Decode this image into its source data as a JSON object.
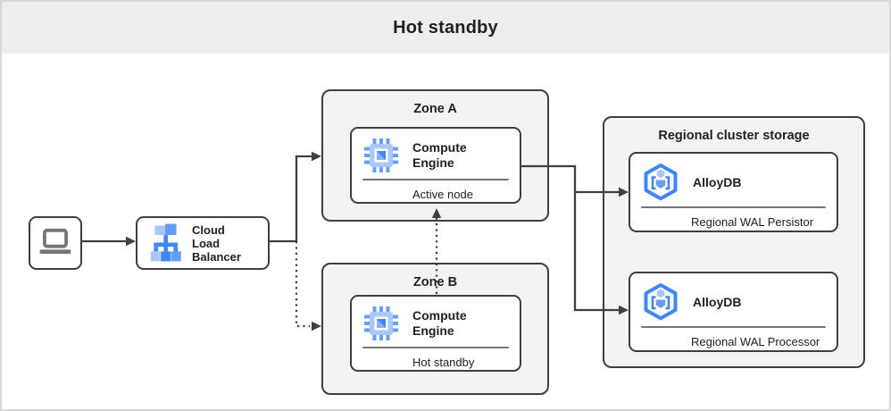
{
  "header": {
    "title": "Hot standby"
  },
  "colors": {
    "line": "#3c4043",
    "group_fill": "#f1f3f4",
    "header_band": "#eceff1",
    "icon_blue_dark": "#4285F4",
    "icon_blue_mid": "#669DF6",
    "icon_blue_light": "#A8C7FA",
    "laptop_gray": "#757575"
  },
  "nodes": {
    "client": {
      "icon": "laptop-icon"
    },
    "load_balancer": {
      "label": "Cloud Load Balancer",
      "icon": "load-balancer-icon"
    },
    "zone_a": {
      "title": "Zone A",
      "compute": {
        "title": "Compute Engine",
        "subtitle": "Active node",
        "icon": "compute-engine-icon"
      }
    },
    "zone_b": {
      "title": "Zone B",
      "compute": {
        "title": "Compute Engine",
        "subtitle": "Hot standby",
        "icon": "compute-engine-icon"
      }
    },
    "storage": {
      "title": "Regional cluster storage",
      "items": [
        {
          "title": "AlloyDB",
          "subtitle": "Regional WAL Persistor",
          "icon": "alloydb-icon"
        },
        {
          "title": "AlloyDB",
          "subtitle": "Regional WAL Processor",
          "icon": "alloydb-icon"
        }
      ]
    }
  },
  "edges": [
    {
      "from": "client",
      "to": "load-balancer",
      "style": "solid"
    },
    {
      "from": "load-balancer",
      "to": "zone-a",
      "style": "solid"
    },
    {
      "from": "load-balancer",
      "to": "zone-b",
      "style": "dotted"
    },
    {
      "from": "zone-b-compute",
      "to": "zone-a-compute",
      "style": "dotted"
    },
    {
      "from": "zone-a-compute",
      "to": "alloydb-regional-wal-persistor",
      "style": "solid"
    },
    {
      "from": "zone-a-compute",
      "to": "alloydb-regional-wal-processor",
      "style": "solid"
    }
  ]
}
